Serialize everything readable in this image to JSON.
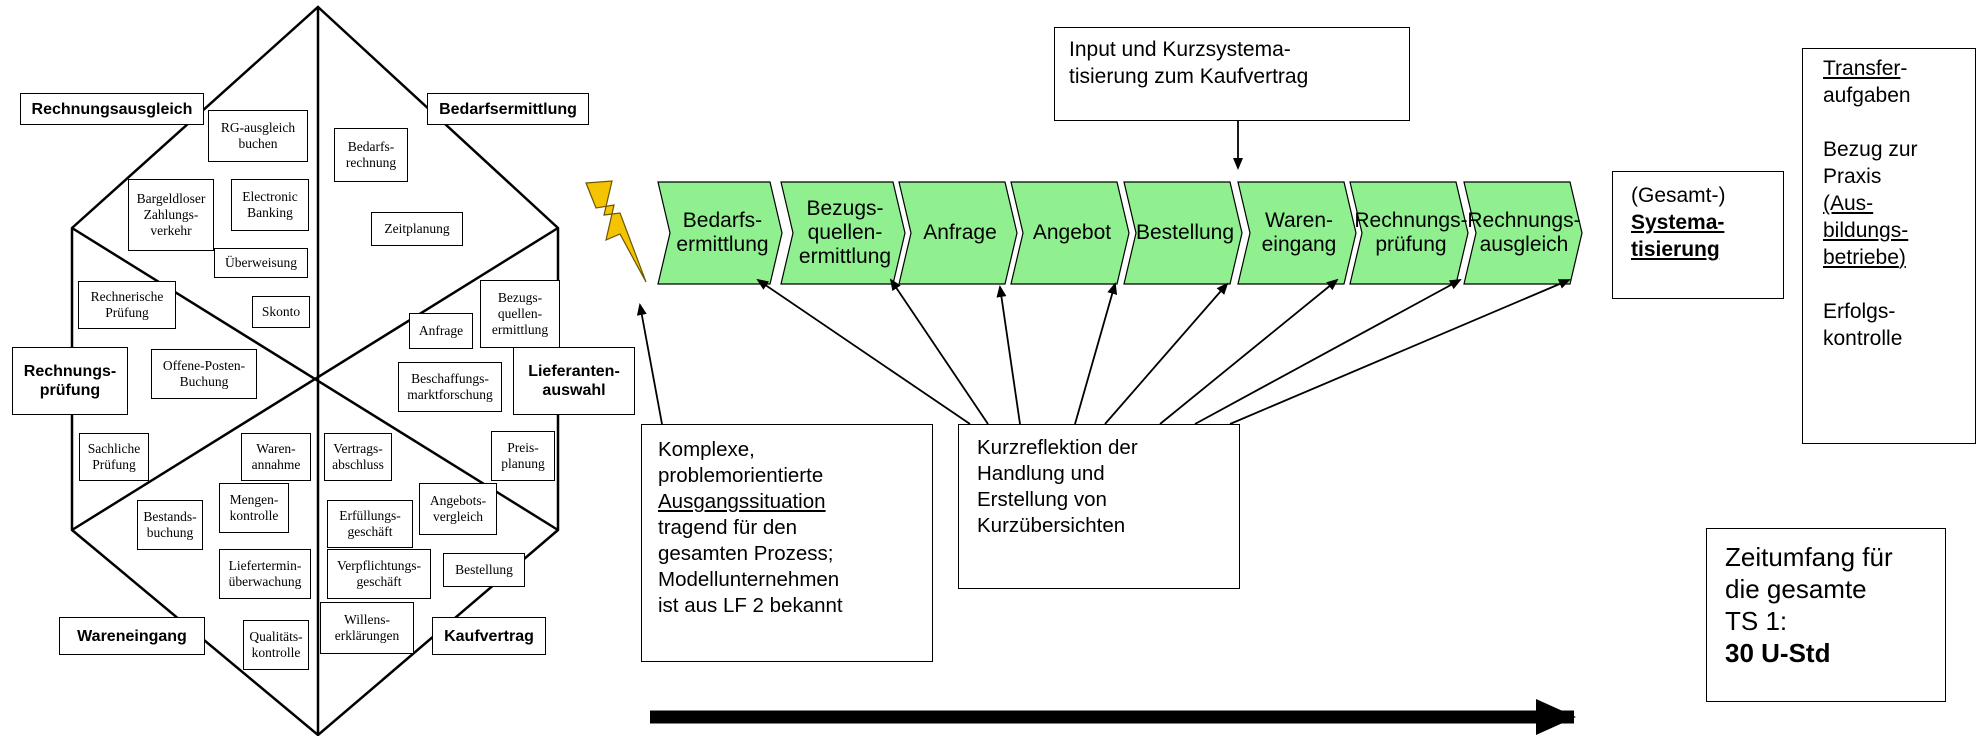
{
  "hexagon": {
    "segments": {
      "rechnungsausgleich": "Rechnungsausgleich",
      "bedarfsermittlung": "Bedarfsermittlung",
      "rechnungspruefung": "Rechnungs-\nprüfung",
      "lieferantenauswahl": "Lieferanten-\nauswahl",
      "wareneingang": "Wareneingang",
      "kaufvertrag": "Kaufvertrag"
    },
    "items": {
      "rg_ausgleich": "RG-ausgleich\nbuchen",
      "bargeldloser": "Bargeldloser\nZahlungs-\nverkehr",
      "electronic_banking": "Electronic\nBanking",
      "ueberweisung": "Überweisung",
      "skonto": "Skonto",
      "rechnerische_pruefung": "Rechnerische\nPrüfung",
      "offene_posten": "Offene-Posten-\nBuchung",
      "bedarfsrechnung": "Bedarfs-\nrechnung",
      "zeitplanung": "Zeitplanung",
      "anfrage": "Anfrage",
      "bezugsquellen": "Bezugs-\nquellen-\nermittlung",
      "beschaffungsmarkt": "Beschaffungs-\nmarktforschung",
      "sachliche_pruefung": "Sachliche\nPrüfung",
      "warenannahme": "Waren-\nannahme",
      "mengenkontrolle": "Mengen-\nkontrolle",
      "bestandsbuchung": "Bestands-\nbuchung",
      "liefertermin": "Liefertermin-\nüberwachung",
      "qualitaetskontrolle": "Qualitäts-\nkontrolle",
      "vertragsabschluss": "Vertrags-\nabschluss",
      "preisplanung": "Preis-\nplanung",
      "angebotsvergleich": "Angebots-\nvergleich",
      "erfuellungsgeschaeft": "Erfüllungs-\ngeschäft",
      "verpflichtungsgeschaeft": "Verpflichtungs-\ngeschäft",
      "bestellung": "Bestellung",
      "willenserklaerungen": "Willens-\nerklärungen"
    }
  },
  "process": {
    "steps": [
      "Bedarfs-\nermittlung",
      "Bezugs-\nquellen-\nermittlung",
      "Anfrage",
      "Angebot",
      "Bestellung",
      "Waren-\neingang",
      "Rechnungs-\nprüfung",
      "Rechnungs-\nausgleich"
    ],
    "fill_color": "#90f090"
  },
  "input_box": {
    "text": "Input und Kurzsystema-\ntisierung zum Kaufvertrag"
  },
  "systematisierung": {
    "line1": "(Gesamt-)",
    "line2": "Systema-\ntisierung"
  },
  "transfer": {
    "l1": "Transfer",
    "l1b": "-",
    "l2": "aufgaben",
    "bezug": "Bezug zur\nPraxis",
    "ausbildung_a": "(Aus-\nbildungs-\nbetriebe",
    "ausbildung_b": ")",
    "erfolg": "Erfolgs-\nkontrolle"
  },
  "ausgang": {
    "l1": "Komplexe,\nproblemorientierte",
    "l2": "Ausgangssituation",
    "l3": "tragend für den\ngesamten Prozess;\nModellunternehmen\nist aus LF 2 bekannt"
  },
  "reflexion": {
    "text": "Kurzreflektion der\nHandlung und\nErstellung von\nKurzübersichten"
  },
  "zeit": {
    "l1": "Zeitumfang für\ndie gesamte\nTS 1:",
    "l2": "30 U-Std"
  },
  "colors": {
    "lightning": "#f5c400",
    "chevron": "#90f090"
  }
}
